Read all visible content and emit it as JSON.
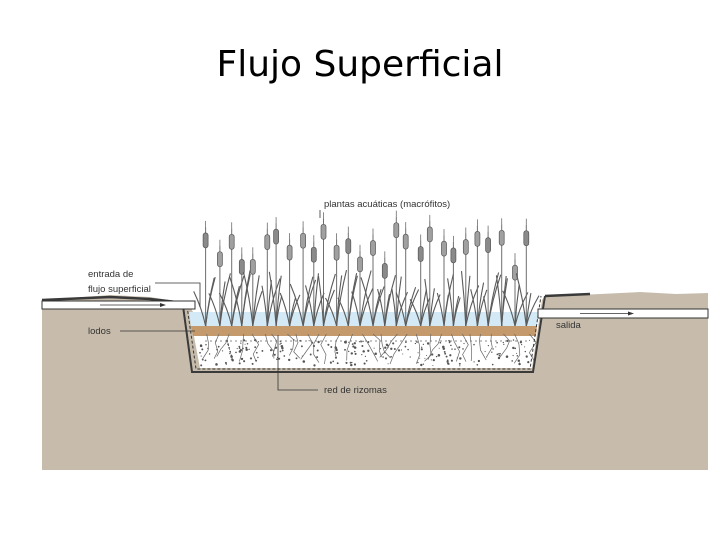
{
  "title": "Flujo Superficial",
  "labels": {
    "plants": "plantas acuáticas (macrófitos)",
    "inlet_line1": "entrada de",
    "inlet_line2": "flujo superficial",
    "sludge": "lodos",
    "outlet": "salida",
    "rhizomes": "red de rizomas"
  },
  "colors": {
    "ground": "#c7bcab",
    "water": "#d3e9f5",
    "sludge": "#c49a6c",
    "gravel": "#ffffff",
    "plant_stem": "#6d6d6d",
    "cattail_head": "#7b7b7b",
    "liner": "#3a3a3a"
  }
}
